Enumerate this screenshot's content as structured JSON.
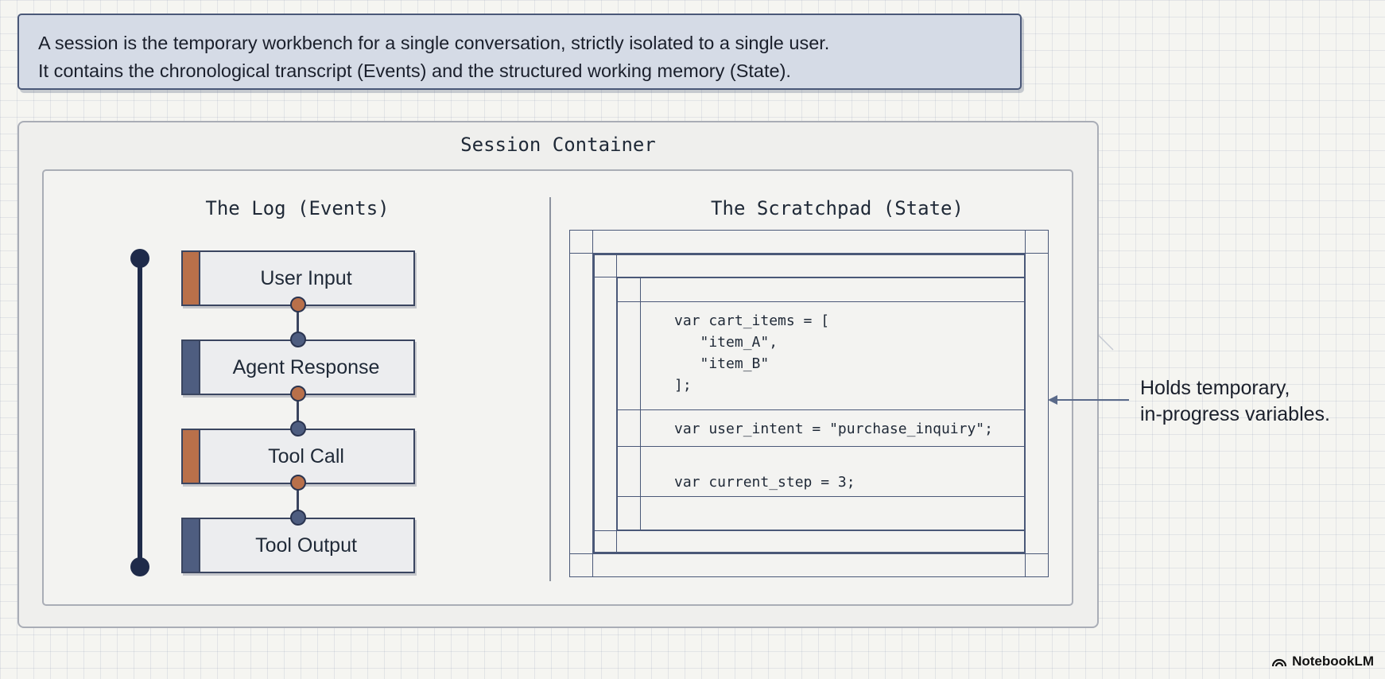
{
  "caption": {
    "line1": "A session is the temporary workbench for a single conversation, strictly isolated to a single user.",
    "line2": "It contains the chronological transcript (Events) and the structured working memory (State)."
  },
  "session": {
    "title": "Session Container"
  },
  "log": {
    "title": "The Log (Events)",
    "events": [
      {
        "label": "User Input",
        "kind": "user"
      },
      {
        "label": "Agent Response",
        "kind": "agent"
      },
      {
        "label": "Tool Call",
        "kind": "user"
      },
      {
        "label": "Tool Output",
        "kind": "agent"
      }
    ]
  },
  "scratchpad": {
    "title": "The Scratchpad (State)",
    "code": {
      "cart_items": "var cart_items = [\n   \"item_A\",\n   \"item_B\"\n];",
      "user_intent": "var user_intent = \"purchase_inquiry\";",
      "current_step": "var current_step = 3;"
    }
  },
  "annotation": {
    "line1": "Holds temporary,",
    "line2": "in-progress variables."
  },
  "brand": {
    "name": "NotebookLM"
  },
  "colors": {
    "user_accent": "#b9704a",
    "agent_accent": "#4e5d80",
    "dark_navy": "#1f2b4a",
    "caption_bg": "#d5dbe6"
  }
}
